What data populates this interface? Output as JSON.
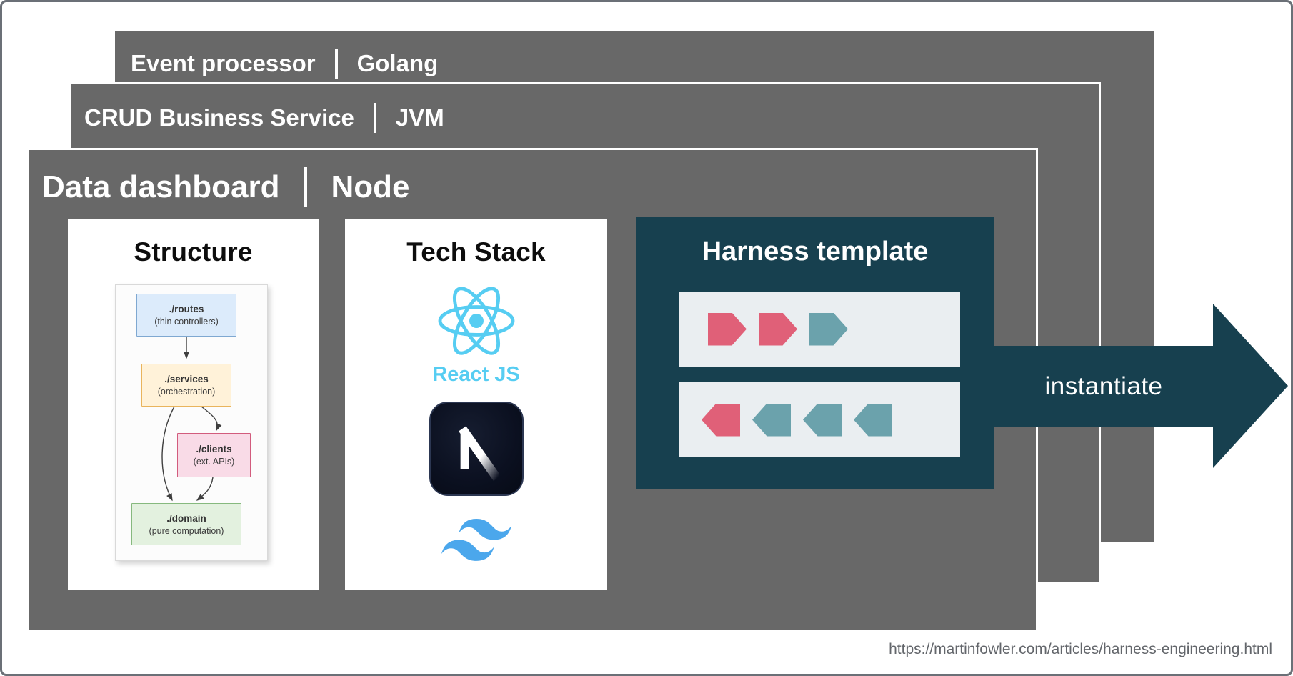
{
  "figure": {
    "arrow_label": "instantiate",
    "source_url": "https://martinfowler.com/articles/harness-engineering.html"
  },
  "panels": [
    {
      "service": "Event processor",
      "runtime": "Golang"
    },
    {
      "service": "CRUD Business Service",
      "runtime": "JVM"
    },
    {
      "service": "Data dashboard",
      "runtime": "Node"
    }
  ],
  "structure_card": {
    "title": "Structure",
    "nodes": [
      {
        "name": "./routes",
        "subtitle": "(thin controllers)"
      },
      {
        "name": "./services",
        "subtitle": "(orchestration)"
      },
      {
        "name": "./clients",
        "subtitle": "(ext. APIs)"
      },
      {
        "name": "./domain",
        "subtitle": "(pure computation)"
      }
    ]
  },
  "tech_card": {
    "title": "Tech Stack",
    "react_label": "React JS",
    "icons": [
      "react-logo",
      "nextjs-logo",
      "tailwind-logo"
    ]
  },
  "harness_card": {
    "title": "Harness template",
    "rows": [
      {
        "direction": "right",
        "chevrons": [
          "red",
          "red",
          "teal"
        ]
      },
      {
        "direction": "left",
        "chevrons": [
          "red",
          "teal",
          "teal",
          "teal"
        ]
      }
    ]
  },
  "colors": {
    "panel_gray": "#686868",
    "dark_teal": "#17404F",
    "chevron_red": "#E06078",
    "chevron_teal": "#6BA2AC",
    "harness_row_bg": "#EAEEF1",
    "react_blue": "#56CDF2",
    "tailwind_blue": "#4BA7EC",
    "routes_box": "#DCEBFB",
    "routes_border": "#7FA8D1",
    "services_box": "#FFF2D9",
    "services_border": "#E9B45C",
    "clients_box": "#F9DBE7",
    "clients_border": "#D25C7D",
    "domain_box": "#E3F1DF",
    "domain_border": "#86B97E"
  }
}
